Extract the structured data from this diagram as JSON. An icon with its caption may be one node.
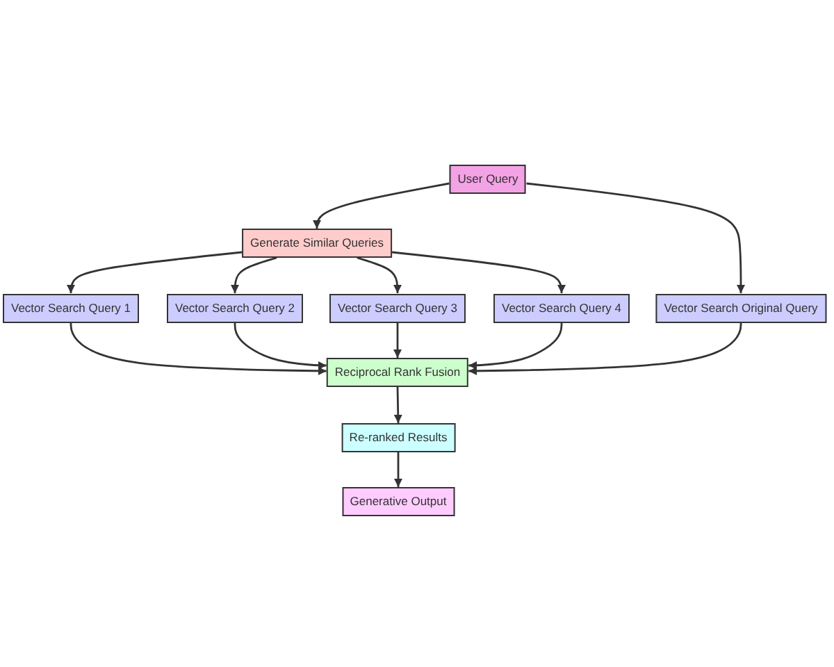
{
  "diagram": {
    "nodes": [
      {
        "text": [
          "User Query"
        ]
      },
      {
        "text": [
          "Generate Similar Queries"
        ]
      },
      {
        "text": [
          "Vector Search Query 1"
        ]
      },
      {
        "text": [
          "Vector Search Query 2"
        ]
      },
      {
        "text": [
          "Vector Search Query 3"
        ]
      },
      {
        "text": [
          "Vector Search Query 4"
        ]
      },
      {
        "text": [
          "Vector Search Original Query"
        ]
      },
      {
        "text": [
          "Reciprocal Rank Fusion"
        ]
      },
      {
        "text": [
          "Re-ranked Results"
        ]
      },
      {
        "text": [
          "Generative Output"
        ]
      }
    ],
    "edges": [
      {
        "from": 0,
        "to": 1,
        "arrow": "to"
      },
      {
        "from": 0,
        "to": 6,
        "arrow": "to"
      },
      {
        "from": 1,
        "to": 2,
        "arrow": "to"
      },
      {
        "from": 1,
        "to": 3,
        "arrow": "to"
      },
      {
        "from": 1,
        "to": 4,
        "arrow": "to"
      },
      {
        "from": 1,
        "to": 5,
        "arrow": "to"
      },
      {
        "from": 2,
        "to": 7,
        "arrow": "to"
      },
      {
        "from": 3,
        "to": 7,
        "arrow": "to"
      },
      {
        "from": 4,
        "to": 7,
        "arrow": "to"
      },
      {
        "from": 5,
        "to": 7,
        "arrow": "to"
      },
      {
        "from": 6,
        "to": 7,
        "arrow": "to"
      },
      {
        "from": 7,
        "to": 8,
        "arrow": "to"
      },
      {
        "from": 8,
        "to": 9,
        "arrow": "to"
      }
    ]
  }
}
